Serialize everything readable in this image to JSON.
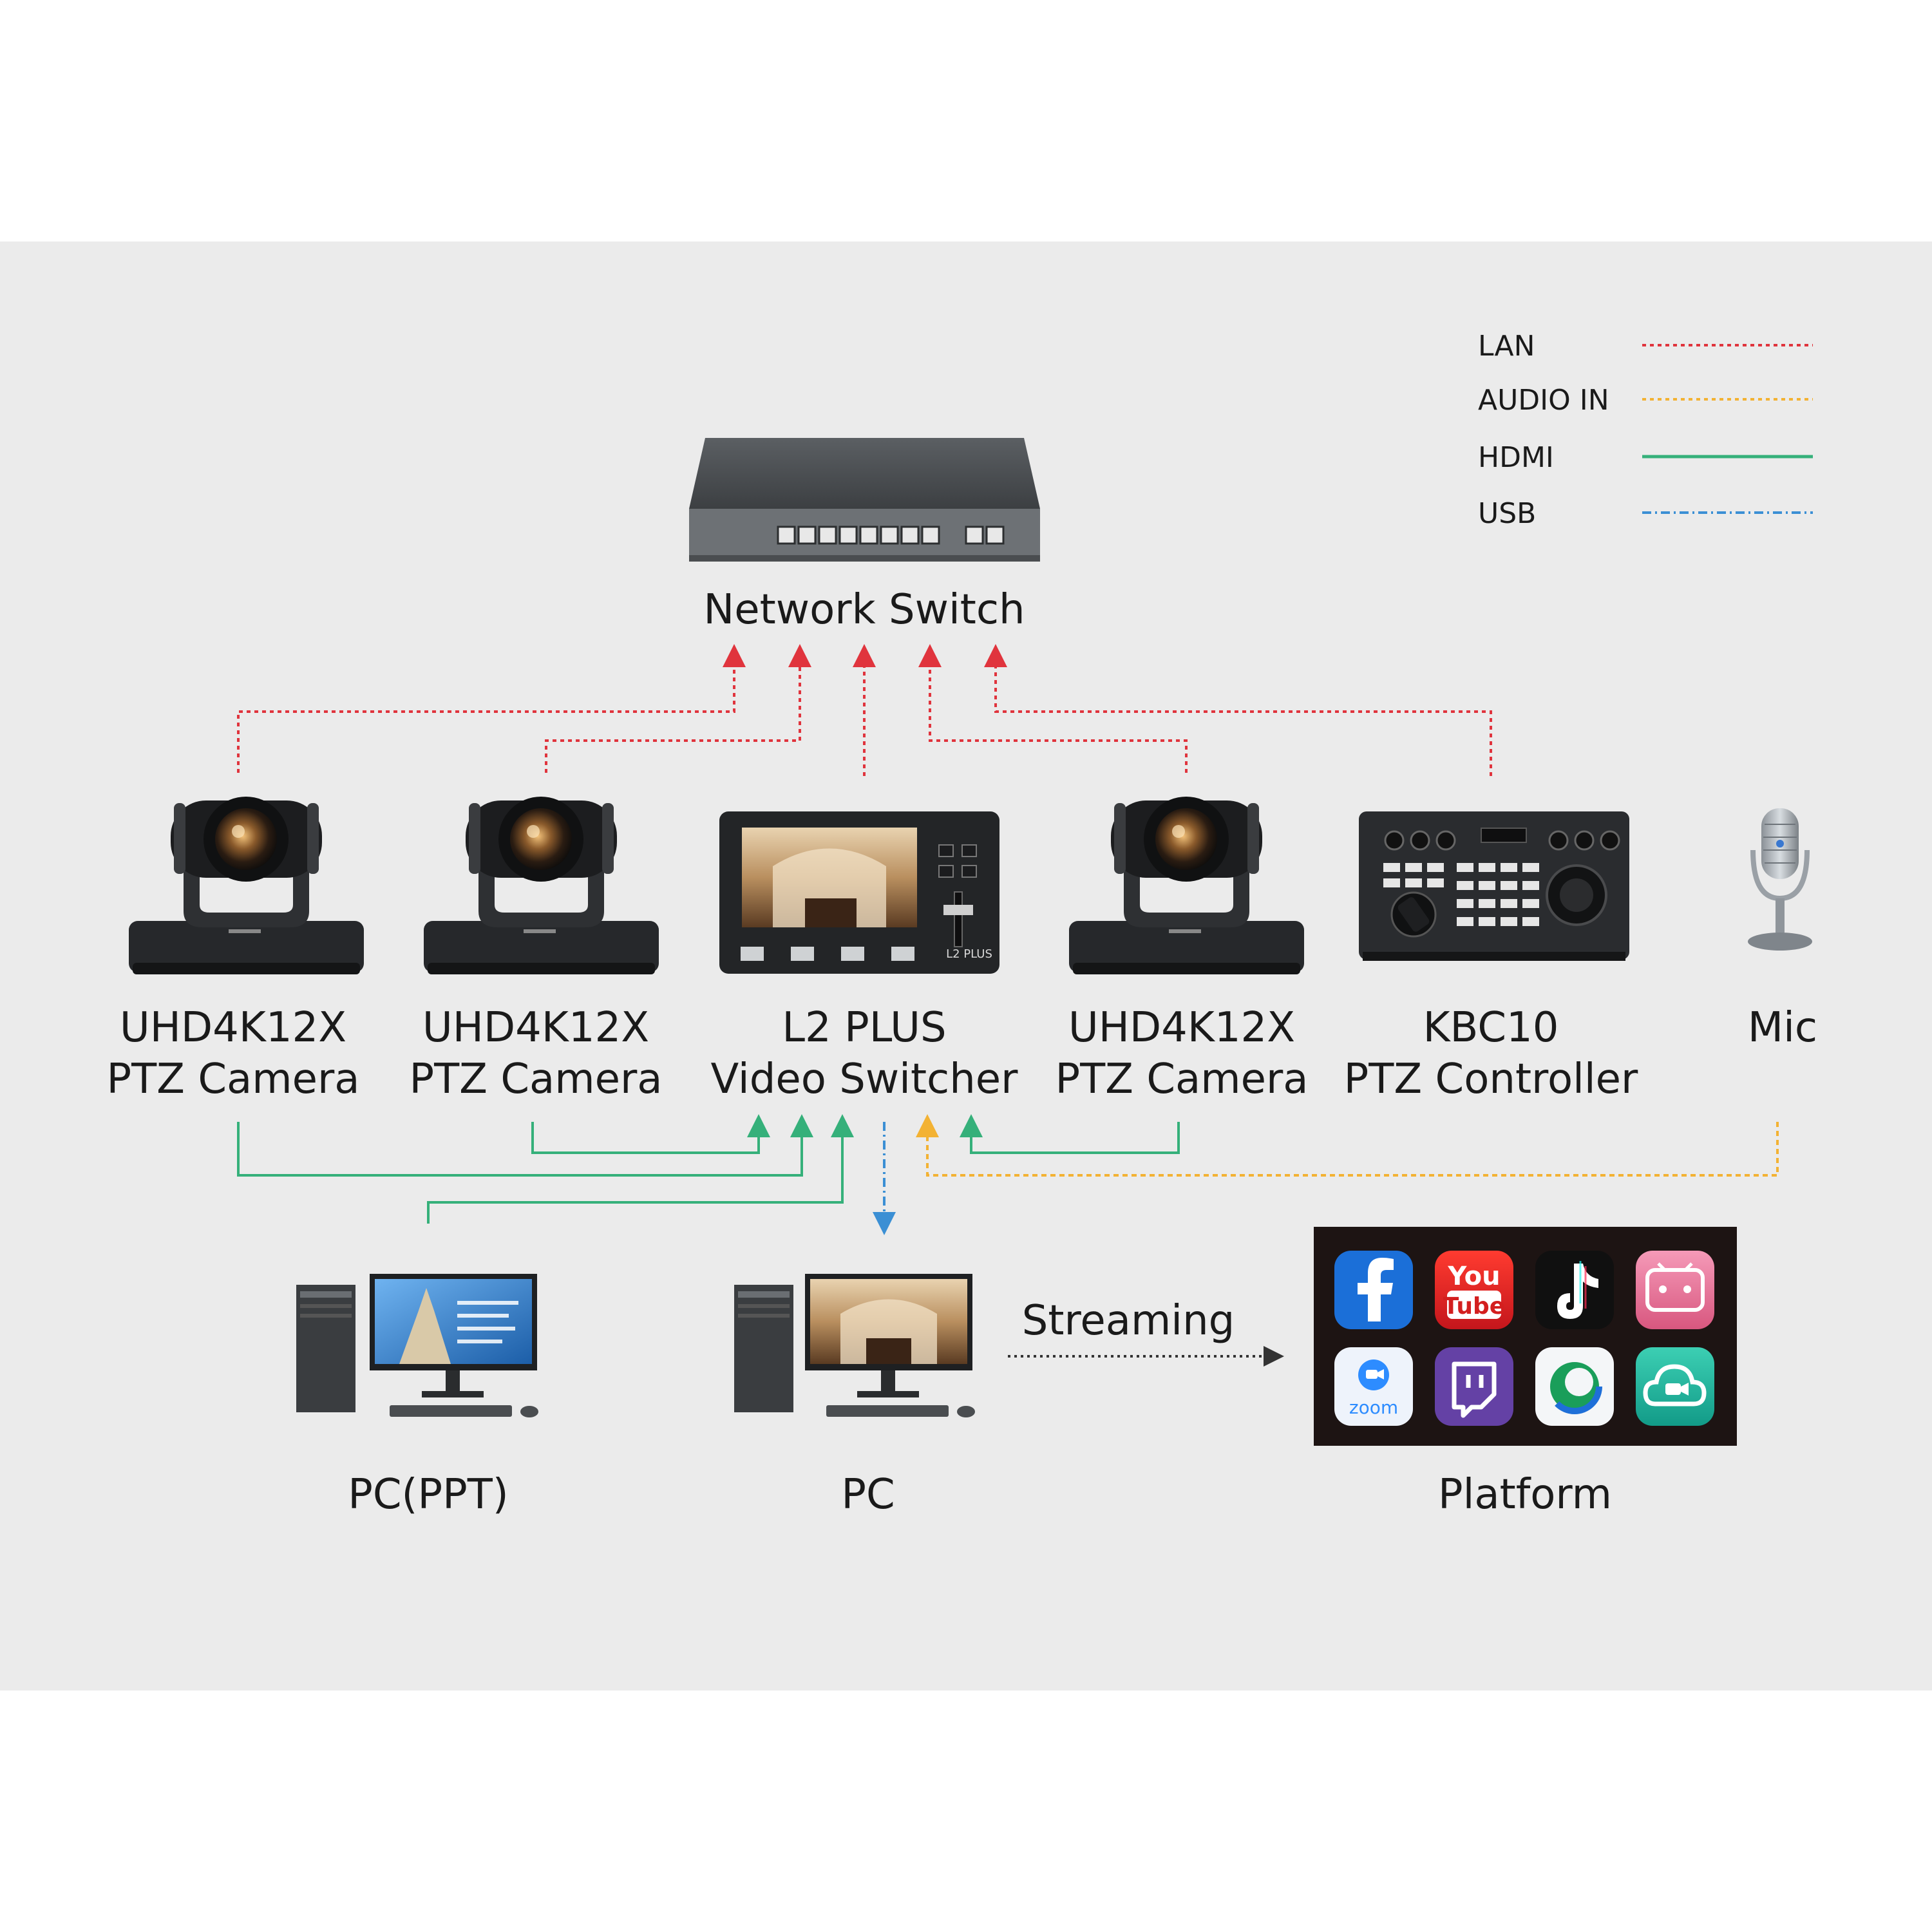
{
  "legend": {
    "lan": "LAN",
    "audio": "AUDIO IN",
    "hdmi": "HDMI",
    "usb": "USB"
  },
  "colors": {
    "lan": "#e0343d",
    "audio": "#f3b233",
    "hdmi": "#35b07a",
    "usb": "#3b8fd4",
    "panel": "#ebebeb"
  },
  "nodes": {
    "network_switch": "Network Switch",
    "camera1": {
      "model": "UHD4K12X",
      "type": "PTZ Camera"
    },
    "camera2": {
      "model": "UHD4K12X",
      "type": "PTZ Camera"
    },
    "switcher": {
      "model": "L2 PLUS",
      "type": "Video Switcher",
      "brand": "L2 PLUS"
    },
    "camera3": {
      "model": "UHD4K12X",
      "type": "PTZ Camera"
    },
    "controller": {
      "model": "KBC10",
      "type": "PTZ Controller"
    },
    "mic": "Mic",
    "pc_ppt": "PC(PPT)",
    "pc": "PC",
    "streaming": "Streaming",
    "platform": "Platform"
  },
  "platform_icons": [
    "facebook-icon",
    "youtube-icon",
    "tiktok-icon",
    "bilibili-icon",
    "zoom-icon",
    "twitch-icon",
    "obs-icon",
    "cloud-meeting-icon"
  ],
  "youtube_label": {
    "line1": "You",
    "line2": "Tube"
  },
  "zoom_label": "zoom"
}
